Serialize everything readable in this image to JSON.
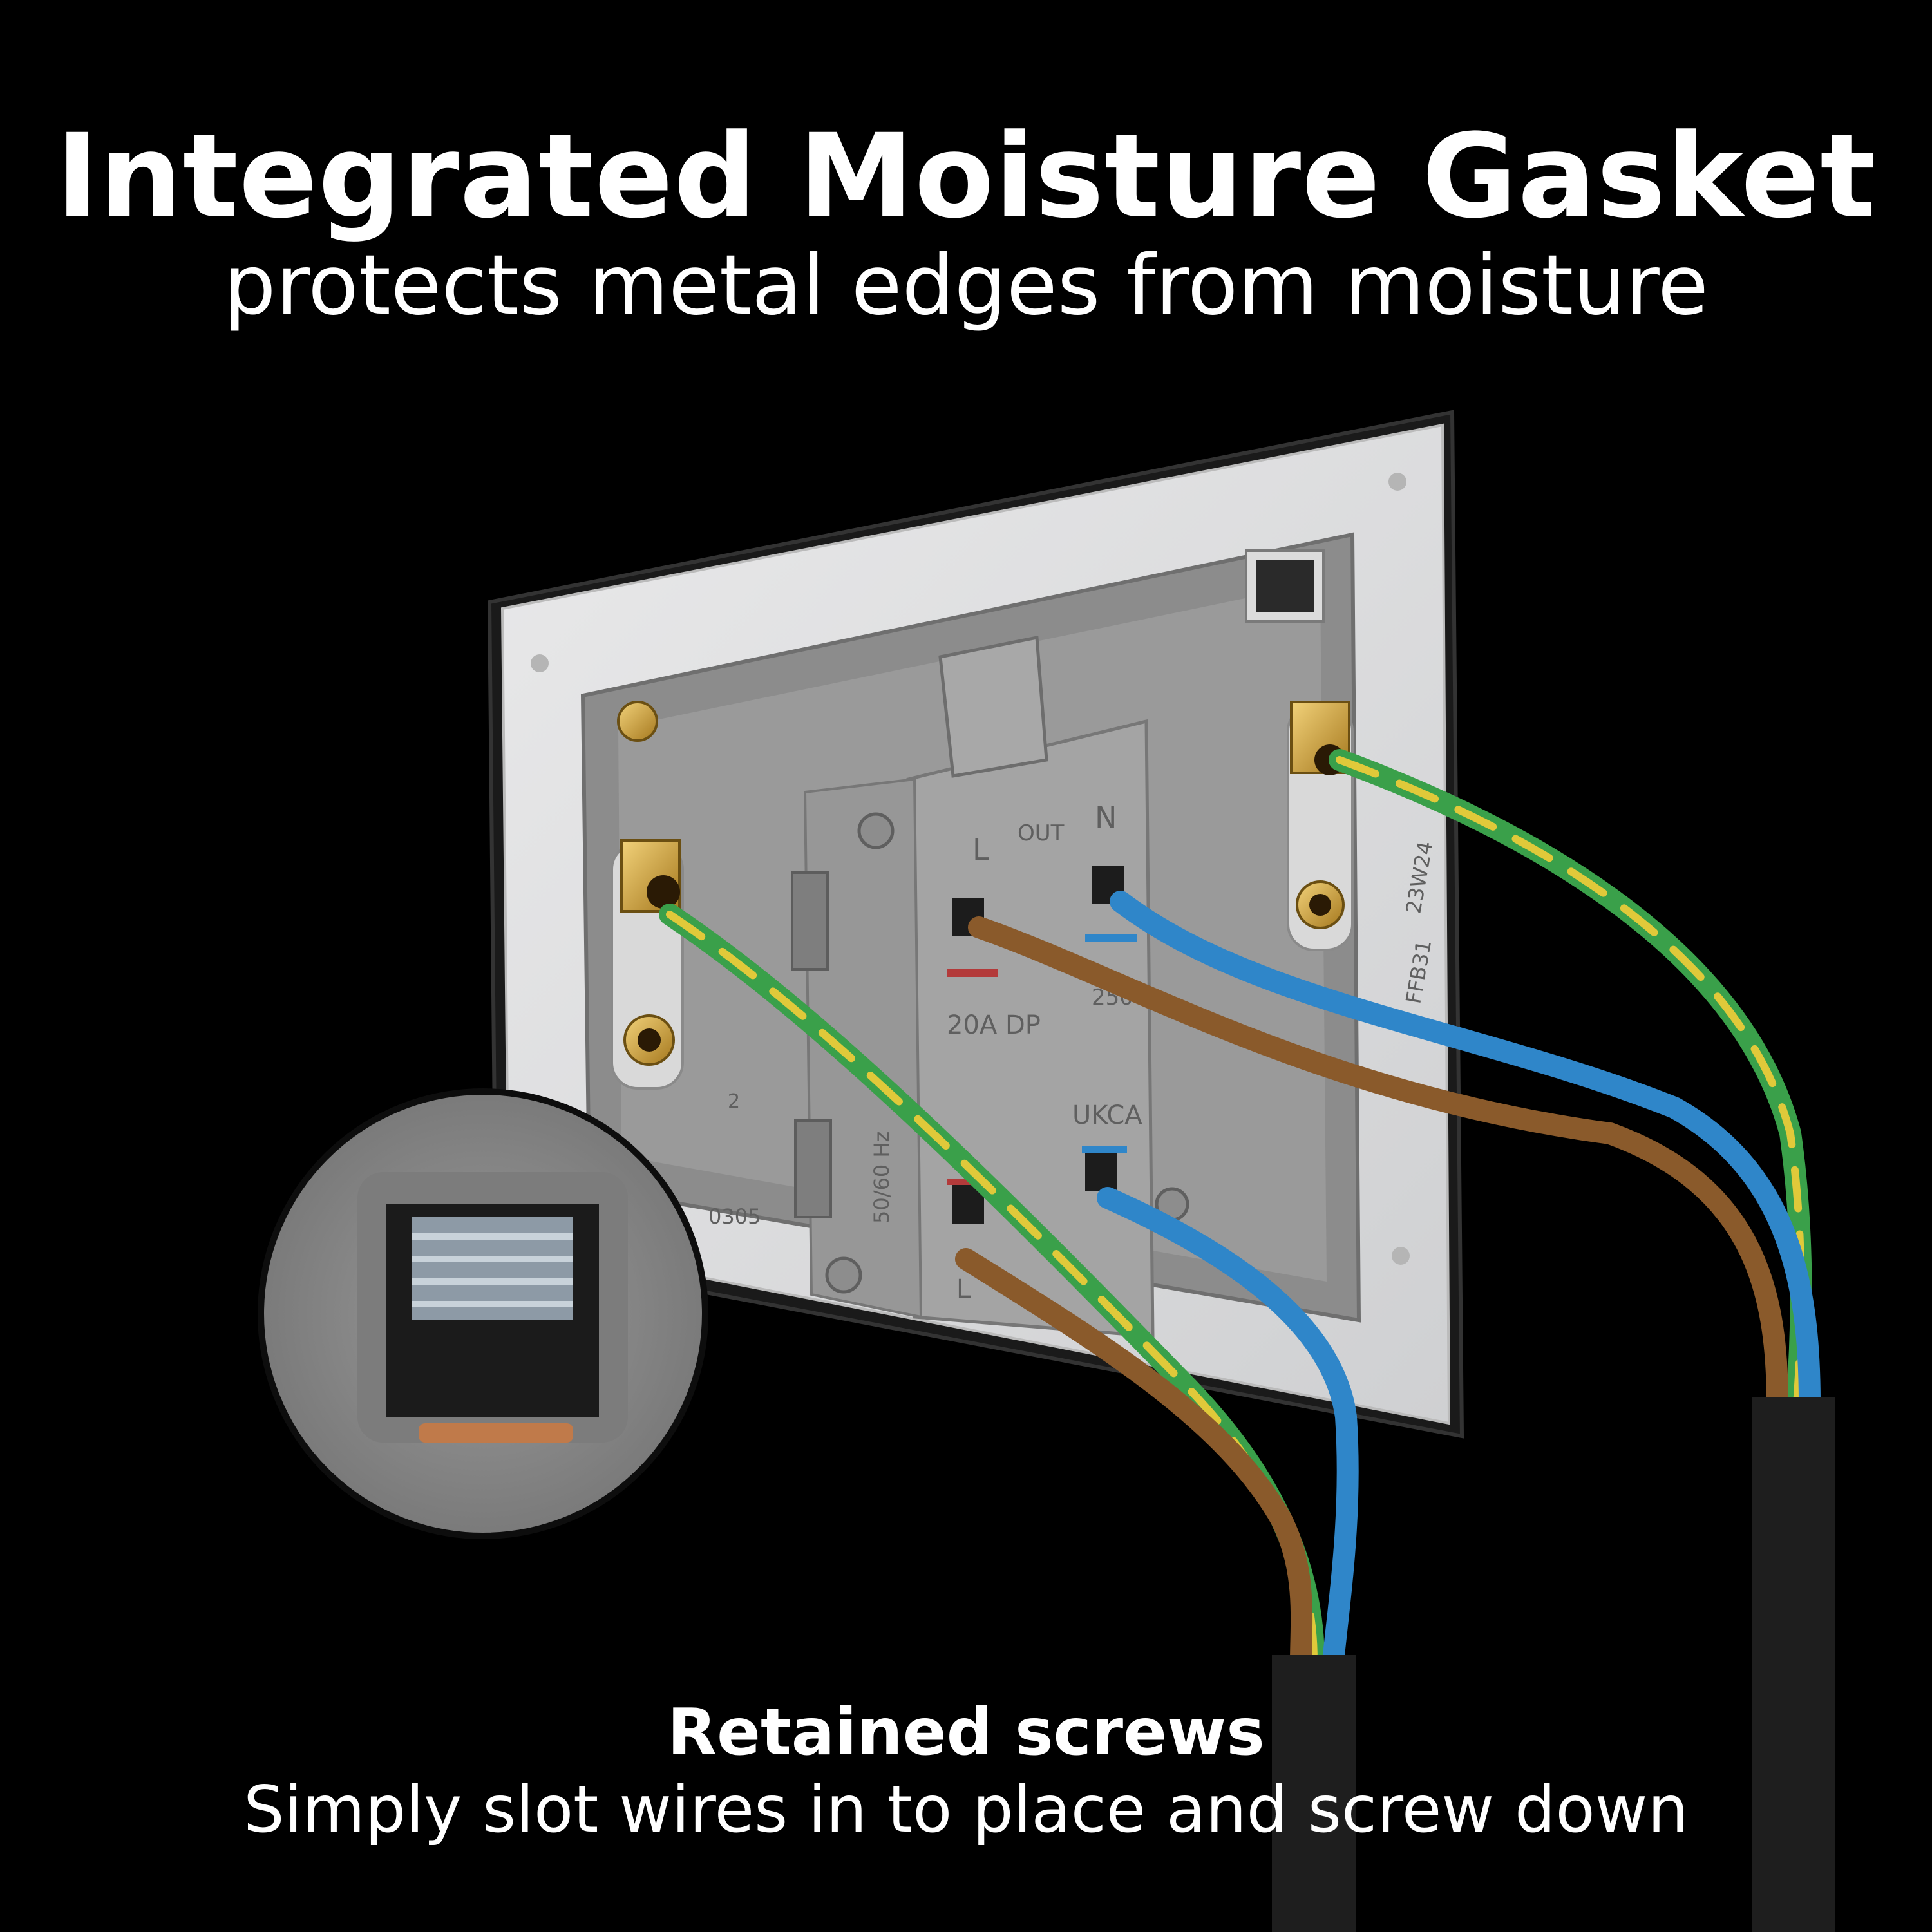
{
  "header": {
    "title": "Integrated Moisture Gasket",
    "subtitle": "protects metal edges from moisture"
  },
  "footer": {
    "title": "Retained screws",
    "subtitle": "Simply slot wires in to place and screw down"
  },
  "product": {
    "terminal_labels": {
      "out": "OUT",
      "live": "L",
      "neutral": "N",
      "rating": "20A DP",
      "voltage": "250V~",
      "frequency": "50/60 Hz",
      "ukca": "UKCA",
      "code": "FFB31",
      "date_code": "23W24",
      "number": "2",
      "serial": "0305"
    }
  },
  "colors": {
    "background": "#000000",
    "text": "#ffffff",
    "wire_brown": "#8a5a2b",
    "wire_blue": "#2f86c9",
    "wire_green": "#3aa04a",
    "wire_yellow": "#e0c93a",
    "backbox_grey": "#8a8a8a",
    "brass": "#c9a23a"
  },
  "icons": [
    "earth-terminal-icon",
    "screw-icon",
    "zoom-inset-icon"
  ]
}
